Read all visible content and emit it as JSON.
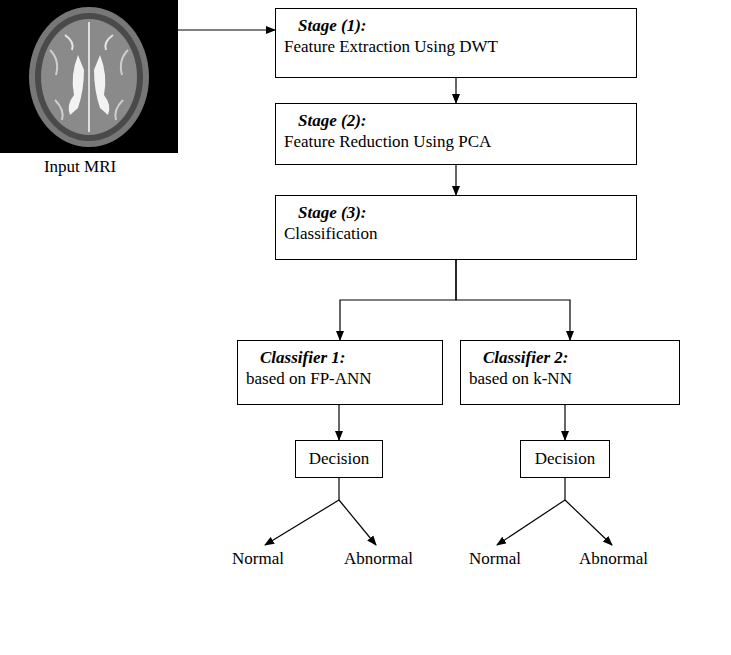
{
  "diagram": {
    "nodes": [
      {
        "text": [
          "Input MRI"
        ]
      },
      {
        "text": [
          "Stage (1):",
          "Feature Extraction Using DWT"
        ]
      },
      {
        "text": [
          "Stage (2):",
          "Feature Reduction Using PCA"
        ]
      },
      {
        "text": [
          "Stage (3):",
          "Classification"
        ]
      },
      {
        "text": [
          "Classifier 1:",
          "based on FP-ANN"
        ]
      },
      {
        "text": [
          "Classifier 2:",
          "based on k-NN"
        ]
      },
      {
        "text": [
          "Decision"
        ]
      },
      {
        "text": [
          "Decision"
        ]
      }
    ],
    "edges": [
      {
        "from": 0,
        "to": 1,
        "arrow": "to"
      },
      {
        "from": 1,
        "to": 2,
        "arrow": "to"
      },
      {
        "from": 2,
        "to": 3,
        "arrow": "to"
      },
      {
        "from": 3,
        "to": 4,
        "arrow": "to"
      },
      {
        "from": 3,
        "to": 5,
        "arrow": "to"
      },
      {
        "from": 4,
        "to": 6,
        "arrow": "to"
      },
      {
        "from": 5,
        "to": 7,
        "arrow": "to"
      }
    ],
    "labels": [
      "Normal",
      "Abnormal",
      "Normal",
      "Abnormal"
    ]
  }
}
